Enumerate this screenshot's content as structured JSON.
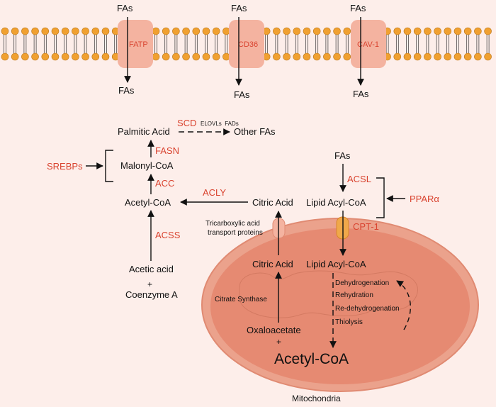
{
  "colors": {
    "background": "#fdeeea",
    "enzyme_red": "#d9432f",
    "transporter_fill": "#f4b3a0",
    "lipid_head": "#f0a030",
    "mitochondria_fill": "#e68a72",
    "text": "#111111"
  },
  "membrane": {
    "transporters": [
      {
        "name": "FATP",
        "top_label": "FAs",
        "bottom_label": "FAs"
      },
      {
        "name": "CD36",
        "top_label": "FAs",
        "bottom_label": "FAs"
      },
      {
        "name": "CAV-1",
        "top_label": "FAs",
        "bottom_label": "FAs"
      }
    ]
  },
  "cytosol": {
    "palmitic_acid": "Palmitic Acid",
    "other_fas": "Other FAs",
    "scd": "SCD",
    "elovls_fads": "ELOVLs  FADs",
    "fasn": "FASN",
    "malonyl_coa": "Malonyl-CoA",
    "srebps": "SREBPs",
    "acc": "ACC",
    "acetyl_coa": "Acetyl-CoA",
    "acly": "ACLY",
    "citric_acid": "Citric Acid",
    "acss": "ACSS",
    "acetic_acid": "Acetic acid",
    "plus": "+",
    "coenzyme_a": "Coenzyme A",
    "tricarboxylic_line1": "Tricarboxylic acid",
    "tricarboxylic_line2": "transport proteins",
    "fas": "FAs",
    "acsl": "ACSL",
    "lipid_acyl_coa": "Lipid Acyl-CoA",
    "ppar": "PPARα",
    "cpt1": "CPT-1"
  },
  "mitochondria": {
    "label": "Mitochondria",
    "citric_acid": "Citric Acid",
    "lipid_acyl_coa": "Lipid Acyl-CoA",
    "citrate_synthase": "Citrate Synthase",
    "oxaloacetate": "Oxaloacetate",
    "plus": "+",
    "acetyl_coa": "Acetyl-CoA",
    "beta_oxidation_steps": [
      "Dehydrogenation",
      "Rehydration",
      "Re-dehydrogenation",
      "Thiolysis"
    ]
  }
}
